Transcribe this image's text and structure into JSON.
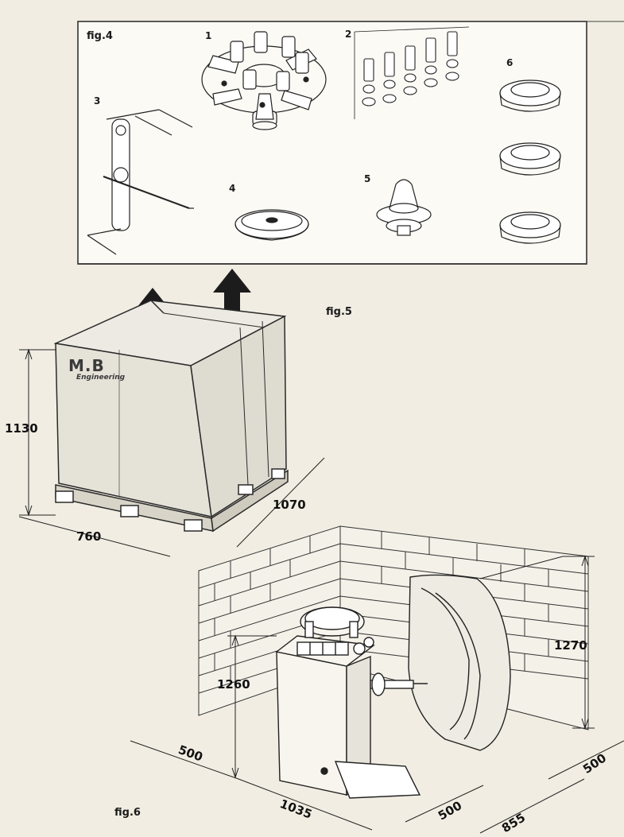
{
  "figures": {
    "fig4": "fig.4",
    "fig5": "fig.5",
    "fig6": "fig.6"
  },
  "part_numbers": {
    "p1": "1",
    "p2": "2",
    "p3": "3",
    "p4": "4",
    "p5": "5",
    "p6": "6"
  },
  "crate": {
    "logo": "M.B",
    "logo_sub": "Engineering",
    "height": "1130",
    "width": "760",
    "depth": "1070"
  },
  "machine": {
    "height": "1260",
    "guard_height": "1270",
    "clearance_left": "500",
    "length": "1035",
    "clearance_front": "500",
    "depth": "855",
    "clearance_right": "500"
  },
  "colors": {
    "paper": "#f1ede2",
    "ink": "#222222",
    "box_border": "#333333"
  }
}
